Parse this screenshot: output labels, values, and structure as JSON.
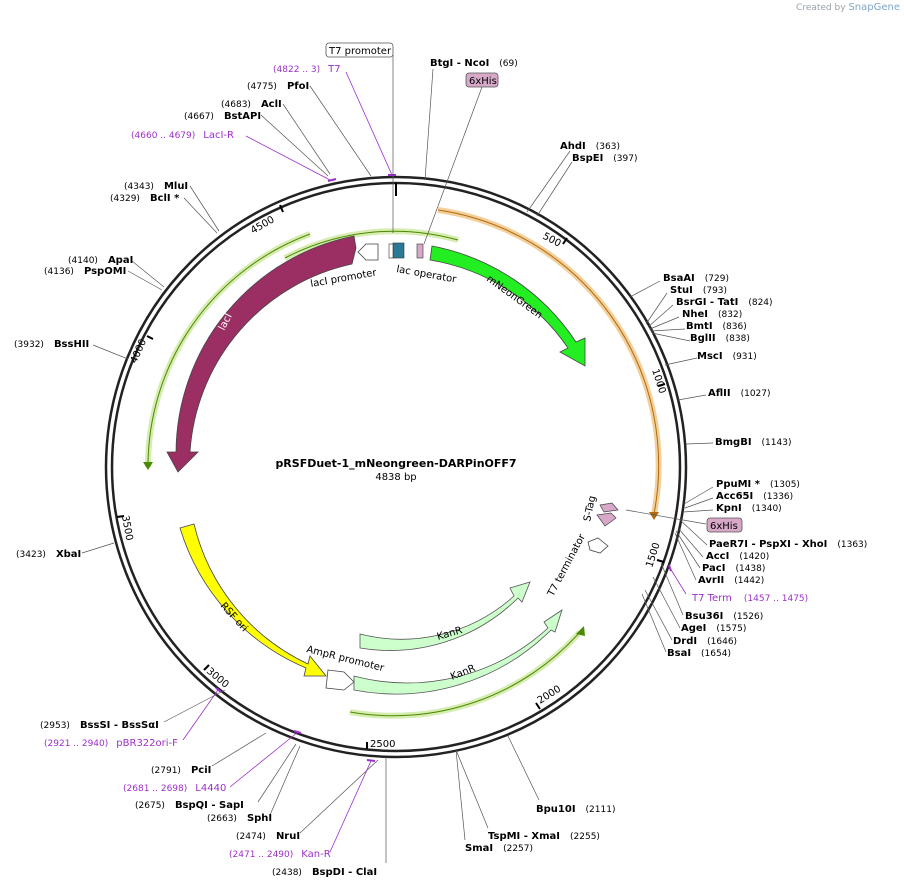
{
  "credit": {
    "prefix": "Created by",
    "brand": "SnapGene"
  },
  "plasmid": {
    "name": "pRSFDuet-1_mNeongreen-DARPinOFF7",
    "size_label": "4838 bp",
    "length": 4838
  },
  "ticks": [
    "500",
    "1000",
    "1500",
    "2000",
    "2500",
    "3000",
    "3500",
    "4000",
    "4500"
  ],
  "sites": [
    {
      "name": "BtgI",
      "name2": "NcoI",
      "pos": "(69)"
    },
    {
      "name": "AhdI",
      "pos": "(363)"
    },
    {
      "name": "BspEI",
      "pos": "(397)"
    },
    {
      "name": "BsaAI",
      "pos": "(729)"
    },
    {
      "name": "StuI",
      "pos": "(793)"
    },
    {
      "name": "BsrGI",
      "name2": "TatI",
      "pos": "(824)"
    },
    {
      "name": "NheI",
      "pos": "(832)"
    },
    {
      "name": "BmtI",
      "pos": "(836)"
    },
    {
      "name": "BglII",
      "pos": "(838)"
    },
    {
      "name": "MscI",
      "pos": "(931)"
    },
    {
      "name": "AflII",
      "pos": "(1027)"
    },
    {
      "name": "BmgBI",
      "pos": "(1143)"
    },
    {
      "name": "PpuMI *",
      "pos": "(1305)"
    },
    {
      "name": "Acc65I",
      "pos": "(1336)"
    },
    {
      "name": "KpnI",
      "pos": "(1340)"
    },
    {
      "name": "PaeR7I",
      "name2": "PspXI",
      "name3": "XhoI",
      "pos": "(1363)"
    },
    {
      "name": "AccI",
      "pos": "(1420)"
    },
    {
      "name": "PacI",
      "pos": "(1438)"
    },
    {
      "name": "AvrII",
      "pos": "(1442)"
    },
    {
      "name": "Bsu36I",
      "pos": "(1526)"
    },
    {
      "name": "AgeI",
      "pos": "(1575)"
    },
    {
      "name": "DrdI",
      "pos": "(1646)"
    },
    {
      "name": "BsaI",
      "pos": "(1654)"
    },
    {
      "name": "Bpu10I",
      "pos": "(2111)"
    },
    {
      "name": "TspMI",
      "name2": "XmaI",
      "pos": "(2255)"
    },
    {
      "name": "SmaI",
      "pos": "(2257)"
    },
    {
      "name": "BspDI",
      "name2": "ClaI",
      "pos": "(2438)"
    },
    {
      "name": "NruI",
      "pos": "(2474)"
    },
    {
      "name": "SphI",
      "pos": "(2663)"
    },
    {
      "name": "BspQI",
      "name2": "SapI",
      "pos": "(2675)"
    },
    {
      "name": "PciI",
      "pos": "(2791)"
    },
    {
      "name": "BssSI",
      "name2": "BssSαI",
      "pos": "(2953)"
    },
    {
      "name": "XbaI",
      "pos": "(3423)"
    },
    {
      "name": "BssHII",
      "pos": "(3932)"
    },
    {
      "name": "PspOMI",
      "pos": "(4136)"
    },
    {
      "name": "ApaI",
      "pos": "(4140)"
    },
    {
      "name": "BclI *",
      "pos": "(4329)"
    },
    {
      "name": "MluI",
      "pos": "(4343)"
    },
    {
      "name": "BstAPI",
      "pos": "(4667)"
    },
    {
      "name": "AclI",
      "pos": "(4683)"
    },
    {
      "name": "PfoI",
      "pos": "(4775)"
    }
  ],
  "primers": [
    {
      "name": "T7",
      "range": "(4822 .. 3)"
    },
    {
      "name": "LacI-R",
      "range": "(4660 .. 4679)"
    },
    {
      "name": "T7 Term",
      "range": "(1457 .. 1475)"
    },
    {
      "name": "pBR322ori-F",
      "range": "(2921 .. 2940)"
    },
    {
      "name": "L4440",
      "range": "(2681 .. 2698)"
    },
    {
      "name": "Kan-R",
      "range": "(2471 .. 2490)"
    }
  ],
  "boxed_labels": {
    "t7_promoter": "T7 promoter",
    "his_top": "6xHis",
    "his_right": "6xHis"
  },
  "features": {
    "laci": "lacI",
    "laci_promoter": "lacI promoter",
    "lac_operator": "lac operator",
    "mneongreen": "mNeonGreen",
    "s_tag": "S-Tag",
    "t7_terminator": "T7 terminator",
    "kanr_a": "KanR",
    "kanr_b": "KanR",
    "rsf_ori": "RSF ori",
    "ampr_promoter": "AmpR promoter"
  },
  "colors": {
    "laci": "#9b2f63",
    "mneongreen": "#22ee22",
    "rsf_ori": "#ffff00",
    "kanr": "#ccffcc",
    "primer": "#9b30c8",
    "orf_green": "#7ab317",
    "orf_orange": "#e8a53a",
    "his": "#d8a8c8",
    "operator": "#2a7a96"
  }
}
